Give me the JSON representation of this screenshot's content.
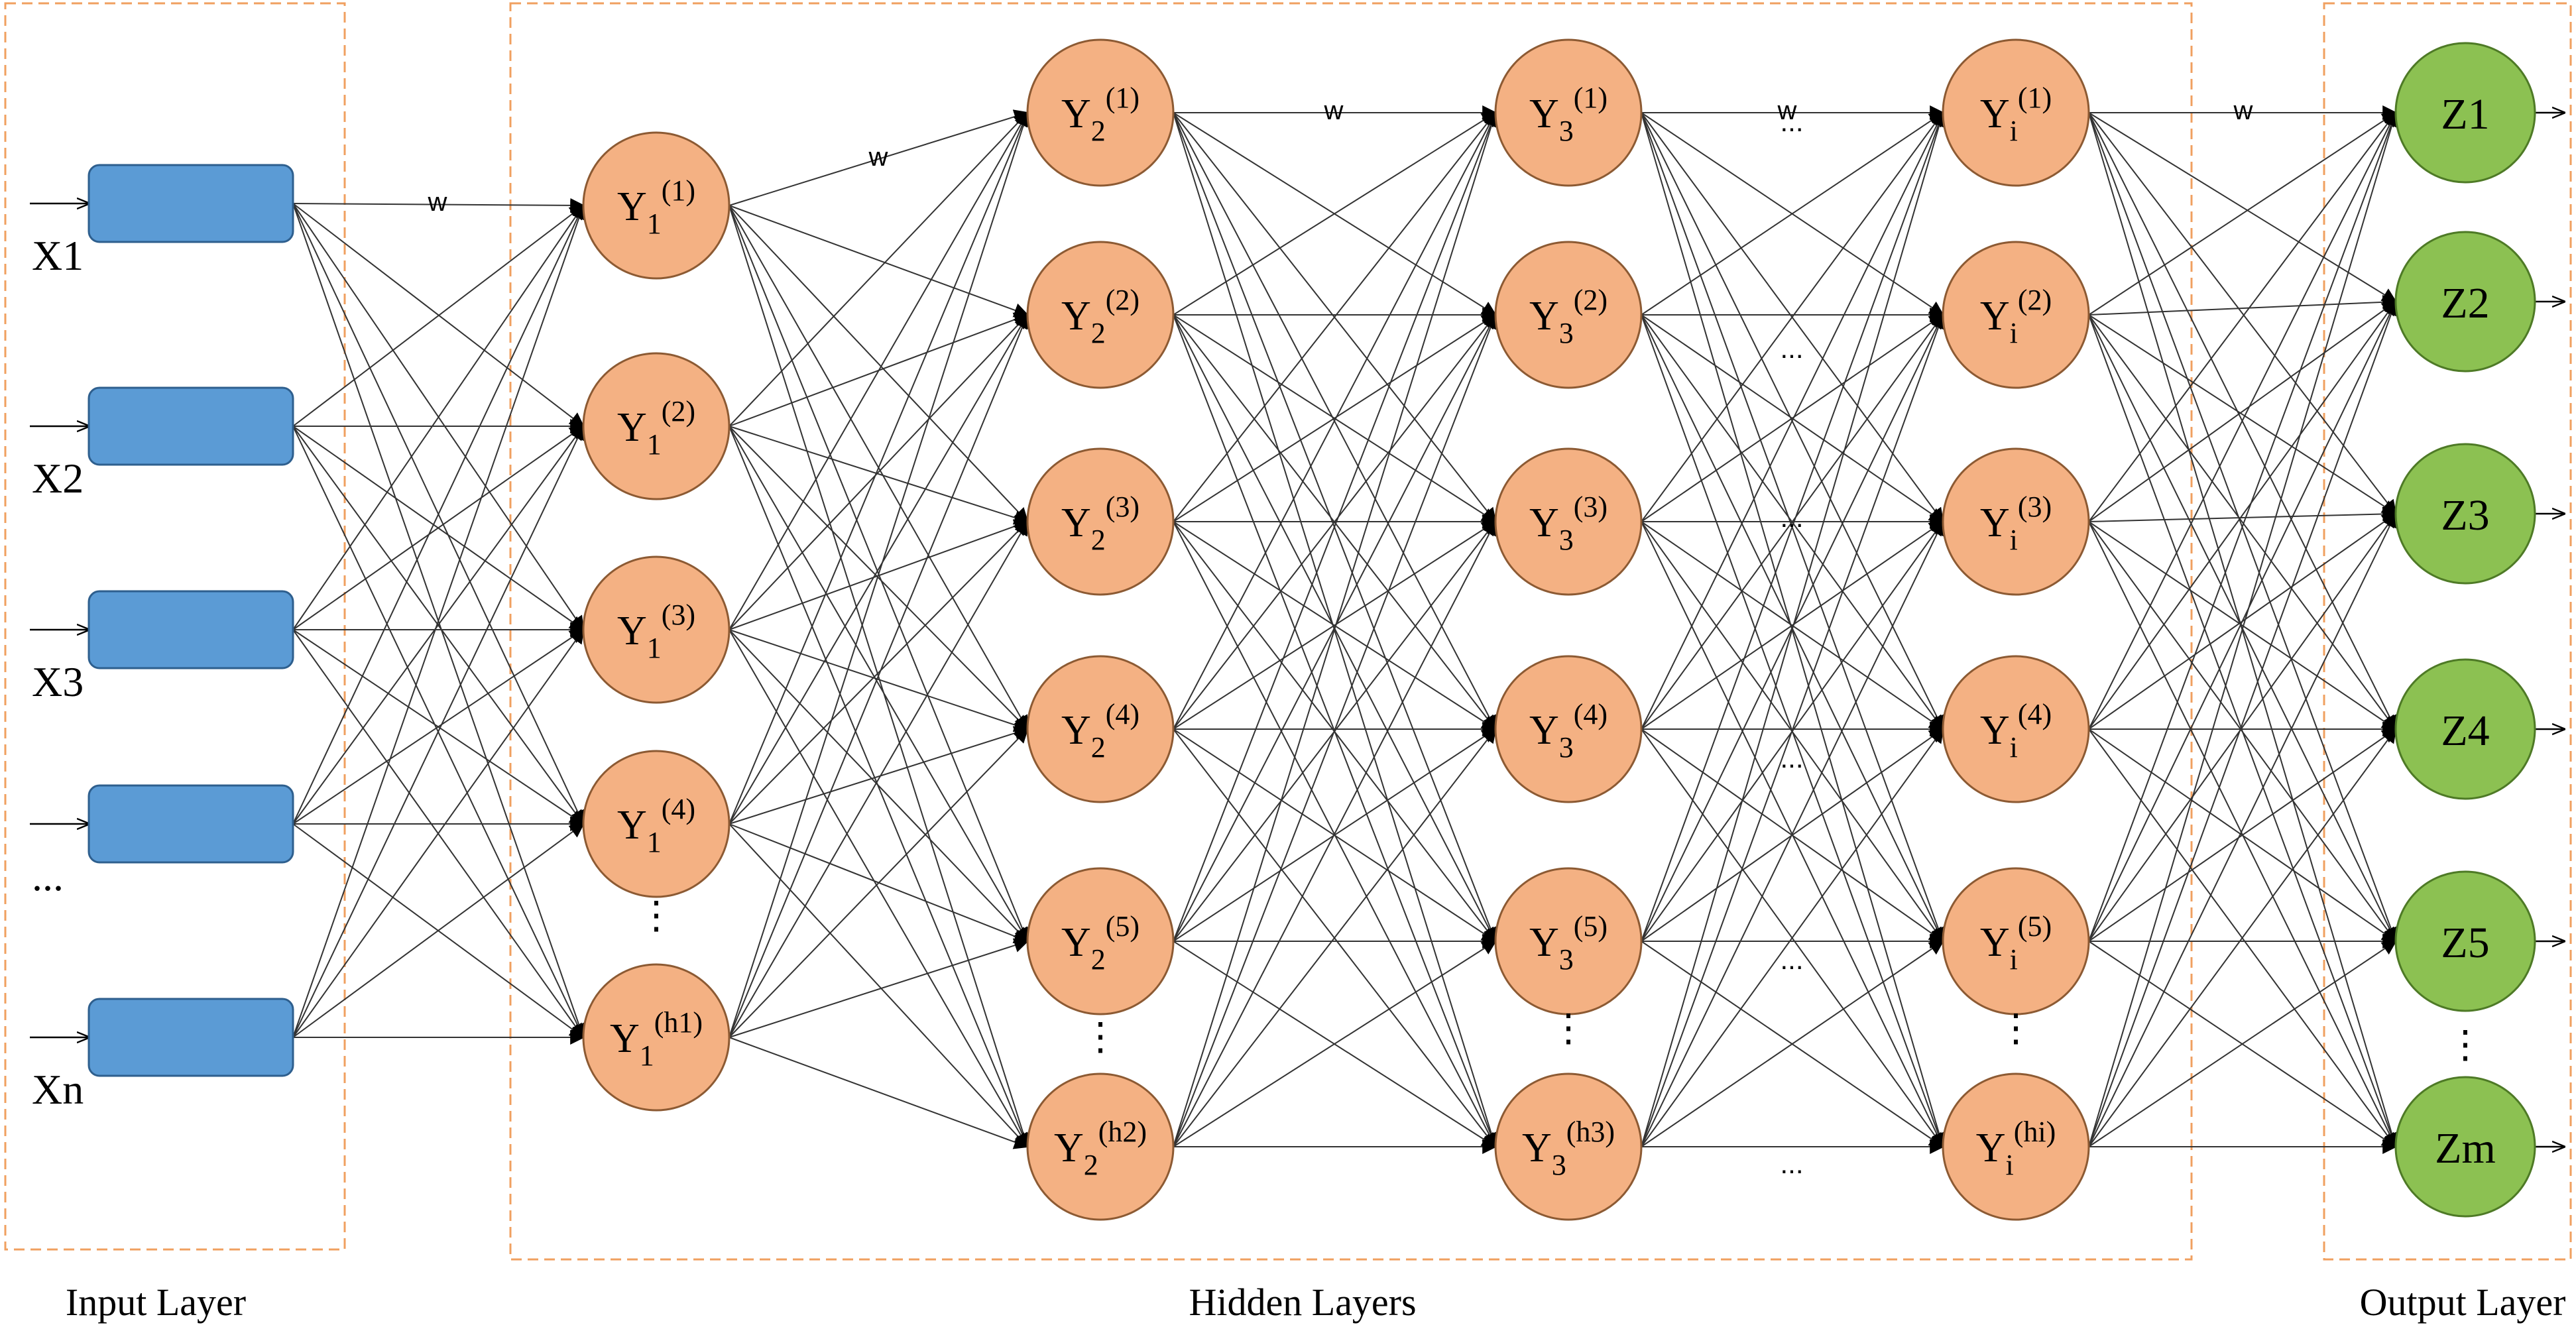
{
  "colors": {
    "input_fill": "#5B9BD5",
    "input_stroke": "#2E5F8E",
    "hidden_fill": "#F4B183",
    "hidden_stroke": "#8C5A33",
    "output_fill": "#8CC152",
    "output_stroke": "#4E7A26",
    "dashed_border": "#F0A060",
    "line": "#333333"
  },
  "input_layer": {
    "label": "Input Layer",
    "nodes": [
      {
        "label": "X1"
      },
      {
        "label": "X2"
      },
      {
        "label": "X3"
      },
      {
        "label": "..."
      },
      {
        "label": "Xn"
      }
    ]
  },
  "hidden_layers": {
    "label": "Hidden Layers",
    "columns": [
      {
        "base": "Y",
        "sub": "1",
        "sups": [
          "(1)",
          "(2)",
          "(3)",
          "(4)",
          "(h1)"
        ],
        "ellipsis": "⋮"
      },
      {
        "base": "Y",
        "sub": "2",
        "sups": [
          "(1)",
          "(2)",
          "(3)",
          "(4)",
          "(5)",
          "(h2)"
        ],
        "ellipsis": "⋮"
      },
      {
        "base": "Y",
        "sub": "3",
        "sups": [
          "(1)",
          "(2)",
          "(3)",
          "(4)",
          "(5)",
          "(h3)"
        ],
        "ellipsis": "⋮"
      },
      {
        "base": "Y",
        "sub": "i",
        "sups": [
          "(1)",
          "(2)",
          "(3)",
          "(4)",
          "(5)",
          "(hi)"
        ],
        "ellipsis": "⋮"
      }
    ]
  },
  "output_layer": {
    "label": "Output Layer",
    "nodes": [
      "Z1",
      "Z2",
      "Z3",
      "Z4",
      "Z5",
      "Zm"
    ],
    "ellipsis": "⋮"
  },
  "weight_label": "w",
  "gap_dots": "..."
}
